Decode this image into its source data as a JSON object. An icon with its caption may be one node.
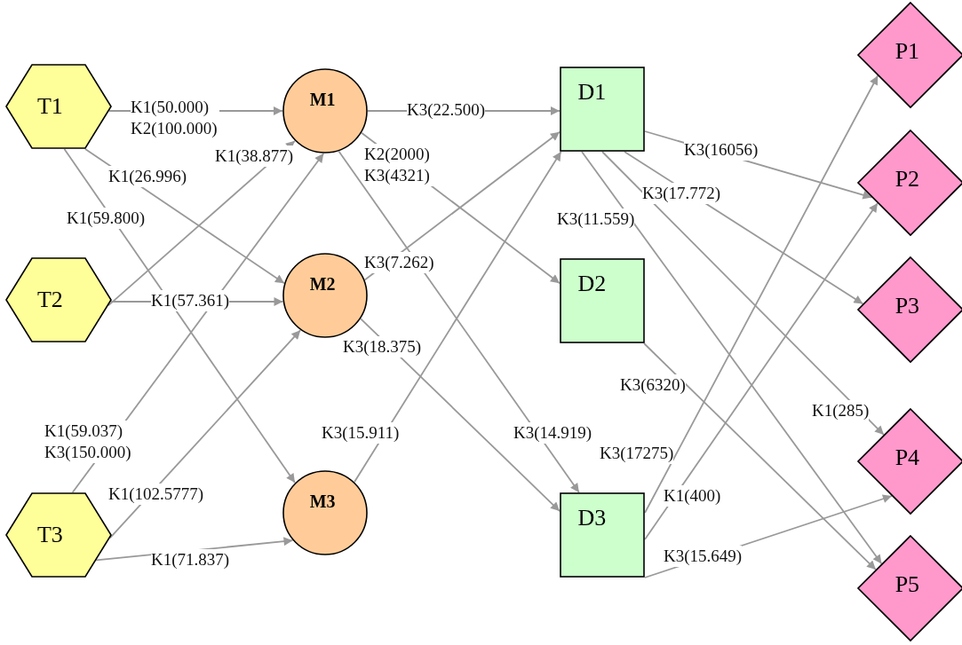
{
  "diagram": {
    "nodes": [
      {
        "text": [
          "T1"
        ]
      },
      {
        "text": [
          "T2"
        ]
      },
      {
        "text": [
          "T3"
        ]
      },
      {
        "text": [
          "M1"
        ]
      },
      {
        "text": [
          "M2"
        ]
      },
      {
        "text": [
          "M3"
        ]
      },
      {
        "text": [
          "D1"
        ]
      },
      {
        "text": [
          "D2"
        ]
      },
      {
        "text": [
          "D3"
        ]
      },
      {
        "text": [
          "P1"
        ]
      },
      {
        "text": [
          "P2"
        ]
      },
      {
        "text": [
          "P3"
        ]
      },
      {
        "text": [
          "P4"
        ]
      },
      {
        "text": [
          "P5"
        ]
      }
    ],
    "edges": [
      {
        "from": 0,
        "to": 3,
        "arrow": "to",
        "label": "K1(50.000) K2(100.000)"
      },
      {
        "from": 0,
        "to": 4,
        "arrow": "to",
        "label": "K1(26.996)"
      },
      {
        "from": 0,
        "to": 5,
        "arrow": "to",
        "label": "K1(59.800)"
      },
      {
        "from": 1,
        "to": 3,
        "arrow": "to",
        "label": "K1(38.877)"
      },
      {
        "from": 1,
        "to": 4,
        "arrow": "to",
        "label": "K1(57.361)"
      },
      {
        "from": 2,
        "to": 3,
        "arrow": "to",
        "label": "K1(59.037) K3(150.000)"
      },
      {
        "from": 2,
        "to": 4,
        "arrow": "to",
        "label": "K1(102.5777)"
      },
      {
        "from": 2,
        "to": 5,
        "arrow": "to",
        "label": "K1(71.837)"
      },
      {
        "from": 3,
        "to": 6,
        "arrow": "to",
        "label": "K3(22.500)"
      },
      {
        "from": 3,
        "to": 7,
        "arrow": "to",
        "label": "K2(2000) K3(4321)"
      },
      {
        "from": 3,
        "to": 8,
        "arrow": "to",
        "label": "K3(14.919)"
      },
      {
        "from": 4,
        "to": 6,
        "arrow": "to",
        "label": "K3(7.262)"
      },
      {
        "from": 4,
        "to": 8,
        "arrow": "to",
        "label": "K3(18.375)"
      },
      {
        "from": 5,
        "to": 6,
        "arrow": "to",
        "label": "K3(15.911)"
      },
      {
        "from": 6,
        "to": 10,
        "arrow": "to",
        "label": "K3(16056)"
      },
      {
        "from": 6,
        "to": 11,
        "arrow": "to",
        "label": "K3(17.772)"
      },
      {
        "from": 6,
        "to": 12,
        "arrow": "to",
        "label": "K1(285)"
      },
      {
        "from": 6,
        "to": 13,
        "arrow": "to",
        "label": "K3(11.559)"
      },
      {
        "from": 7,
        "to": 13,
        "arrow": "to",
        "label": "K3(6320)"
      },
      {
        "from": 8,
        "to": 9,
        "arrow": "to",
        "label": "K3(17275)"
      },
      {
        "from": 8,
        "to": 10,
        "arrow": "to",
        "label": "K1(400)"
      },
      {
        "from": 8,
        "to": 12,
        "arrow": "to",
        "label": "K3(15.649)"
      }
    ]
  }
}
